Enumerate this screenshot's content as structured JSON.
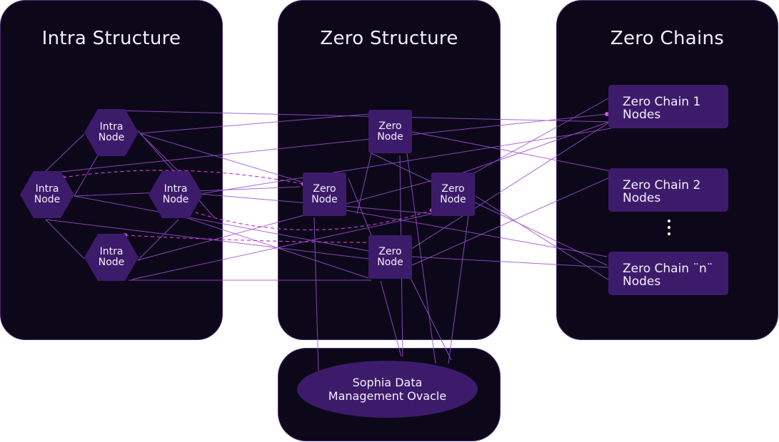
{
  "panels": {
    "intra_title": "Intra Structure",
    "zero_title": "Zero Structure",
    "chains_title": "Zero Chains"
  },
  "intra_nodes": [
    {
      "line1": "Intra",
      "line2": "Node"
    },
    {
      "line1": "Intra",
      "line2": "Node"
    },
    {
      "line1": "Intra",
      "line2": "Node"
    },
    {
      "line1": "Intra",
      "line2": "Node"
    }
  ],
  "zero_nodes": [
    {
      "line1": "Zero",
      "line2": "Node"
    },
    {
      "line1": "Zero",
      "line2": "Node"
    },
    {
      "line1": "Zero",
      "line2": "Node"
    },
    {
      "line1": "Zero",
      "line2": "Node"
    }
  ],
  "chains": [
    {
      "line1": "Zero Chain 1",
      "line2": "Nodes"
    },
    {
      "line1": "Zero Chain 2",
      "line2": "Nodes"
    },
    {
      "line1": "Zero Chain ¨n¨",
      "line2": "Nodes"
    }
  ],
  "oracle": {
    "line1": "Sophia Data",
    "line2": "Management Ovacle"
  },
  "colors": {
    "panel_bg": "#0c0819",
    "node_fill": "#3d1b6b",
    "link": "#9b4fd6",
    "dashed_link": "#c43bc8",
    "text": "#f4f0fb"
  }
}
